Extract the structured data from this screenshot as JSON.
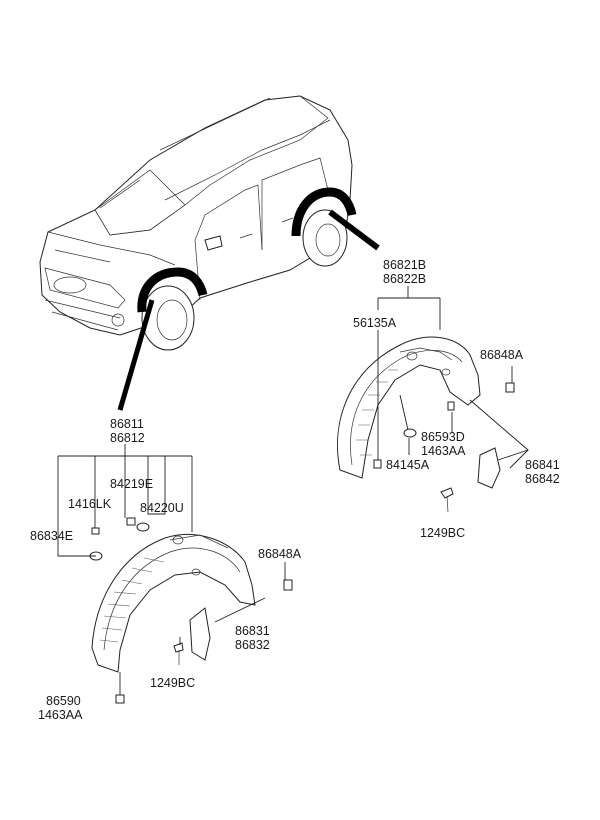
{
  "callouts": {
    "rear_liner_upper": "86821B",
    "rear_liner_lower": "86822B",
    "rear_clip": "56135A",
    "rear_bolt_right": "86848A",
    "rear_nut_upper": "86593D",
    "rear_nut_lower": "1463AA",
    "rear_grommet": "84145A",
    "rear_flap_upper": "86841",
    "rear_flap_lower": "86842",
    "rear_screw": "1249BC",
    "front_liner_upper": "86811",
    "front_liner_lower": "86812",
    "front_plug_a": "84219E",
    "front_clip_lk": "1416LK",
    "front_plug_b": "84220U",
    "front_fastener": "86834E",
    "front_bolt_right": "86848A",
    "front_flap_upper": "86831",
    "front_flap_lower": "86832",
    "front_screw": "1249BC",
    "front_nut_upper": "86590",
    "front_nut_lower": "1463AA"
  }
}
